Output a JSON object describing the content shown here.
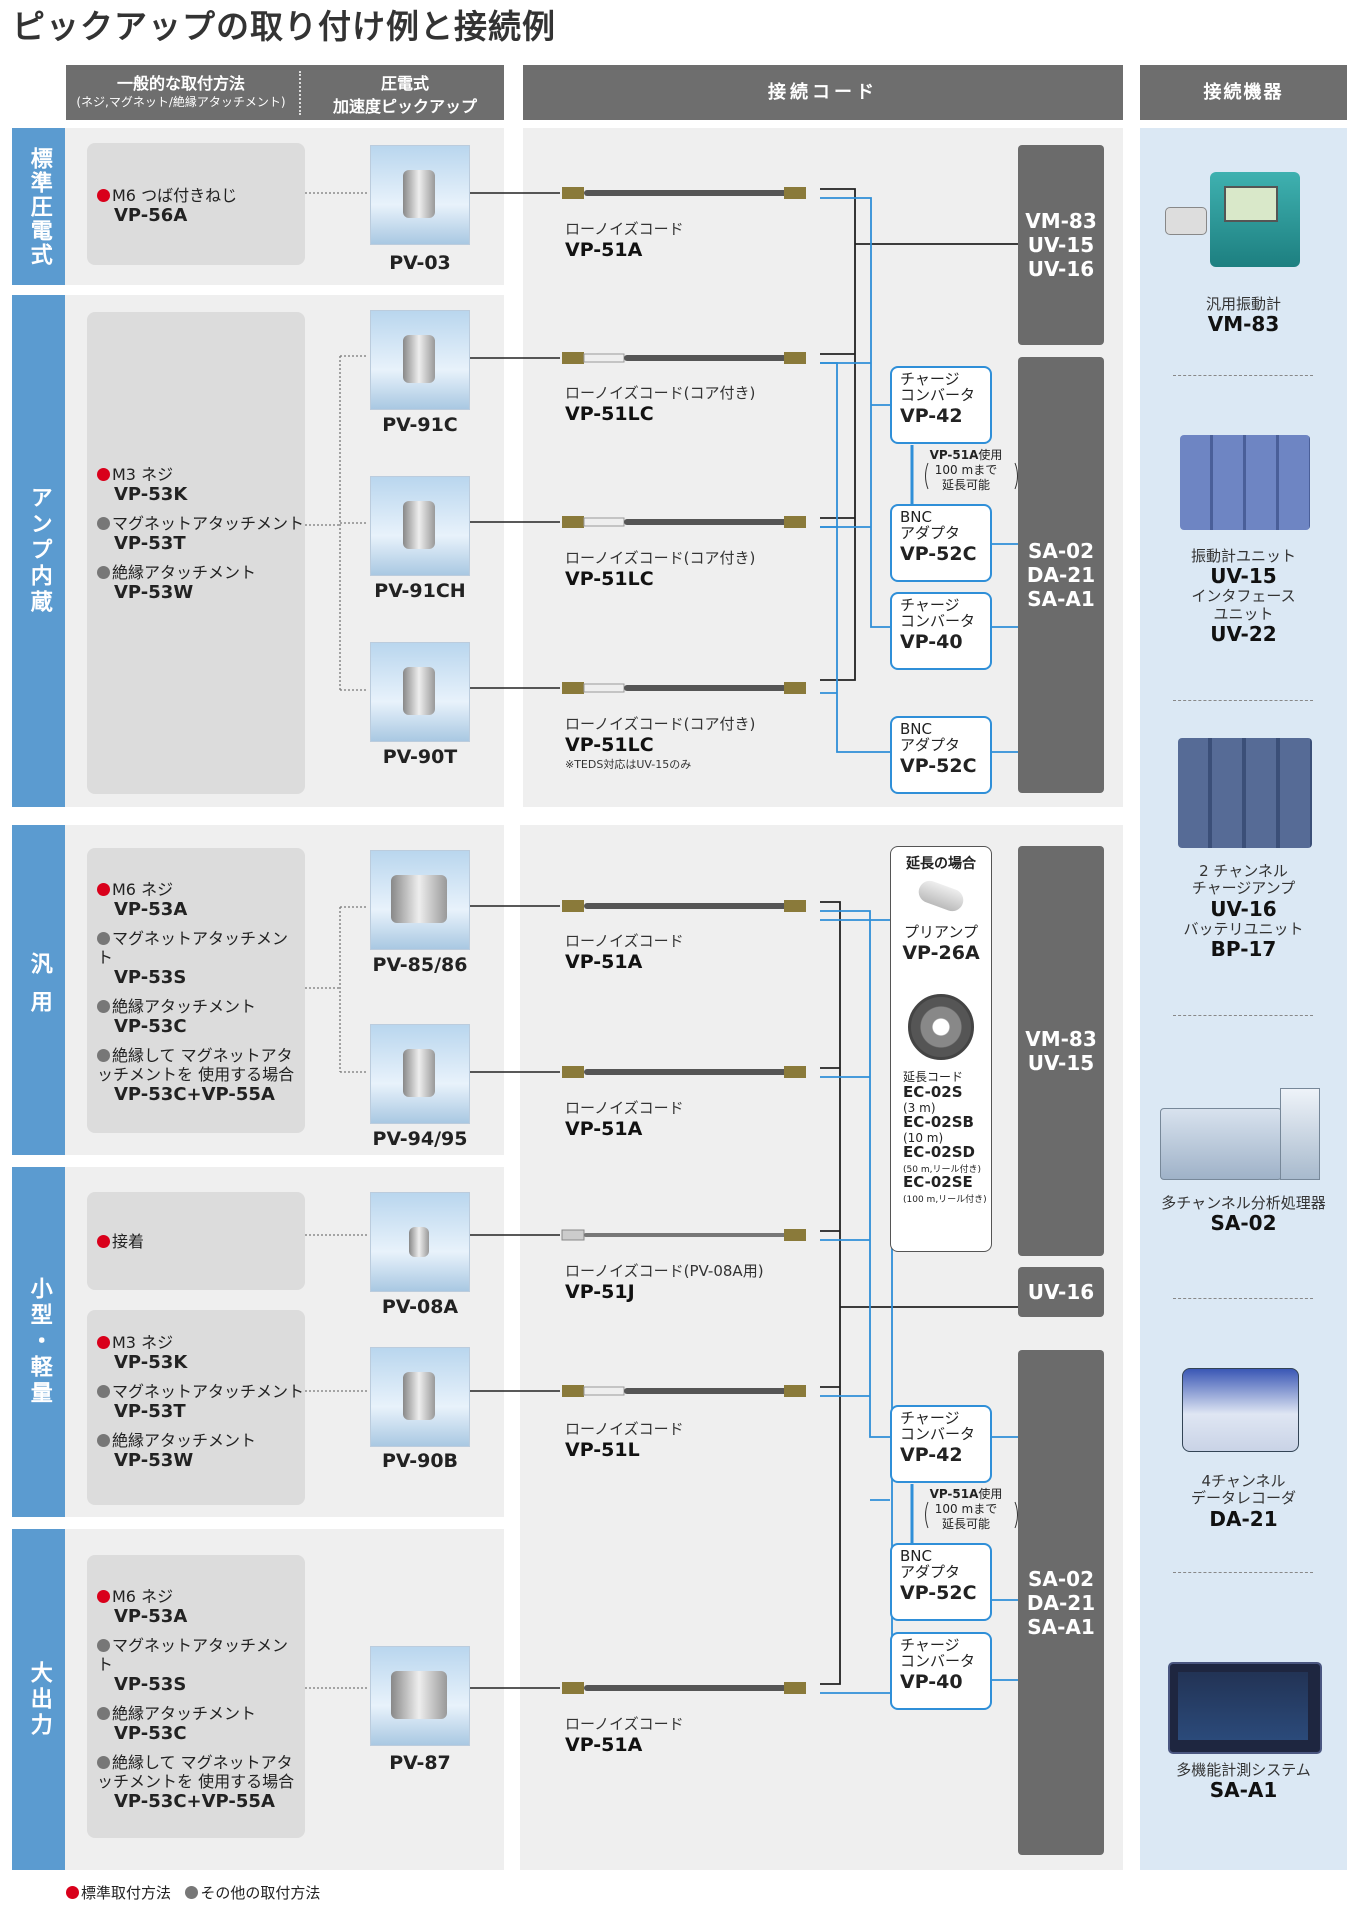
{
  "title": "ピックアップの取り付け例と接続例",
  "headers": {
    "mount_title": "一般的な取付方法",
    "mount_sub": "(ネジ,マグネット/絶縁アタッチメント)",
    "pickup_l1": "圧電式",
    "pickup_l2": "加速度ピックアップ",
    "cord": "接続コード",
    "device": "接続機器"
  },
  "categories": [
    "標準圧電式",
    "アンプ内蔵",
    "汎用",
    "小型・軽量",
    "大出力"
  ],
  "mounts": {
    "std": [
      {
        "dot": "red",
        "label": "M6 つば付きねじ",
        "part": "VP-56A"
      }
    ],
    "amp": [
      {
        "dot": "red",
        "label": "M3 ネジ",
        "part": "VP-53K"
      },
      {
        "dot": "grey",
        "label": "マグネットアタッチメント",
        "part": "VP-53T"
      },
      {
        "dot": "grey",
        "label": "絶縁アタッチメント",
        "part": "VP-53W"
      }
    ],
    "gen": [
      {
        "dot": "red",
        "label": "M6 ネジ",
        "part": "VP-53A"
      },
      {
        "dot": "grey",
        "label": "マグネットアタッチメント",
        "part": "VP-53S"
      },
      {
        "dot": "grey",
        "label": "絶縁アタッチメント",
        "part": "VP-53C"
      },
      {
        "dot": "grey",
        "label": "絶縁して マグネットアタッチメントを 使用する場合",
        "part": "VP-53C+VP-55A"
      }
    ],
    "small1": [
      {
        "dot": "red",
        "label": "接着",
        "part": ""
      }
    ],
    "small2": [
      {
        "dot": "red",
        "label": "M3 ネジ",
        "part": "VP-53K"
      },
      {
        "dot": "grey",
        "label": "マグネットアタッチメント",
        "part": "VP-53T"
      },
      {
        "dot": "grey",
        "label": "絶縁アタッチメント",
        "part": "VP-53W"
      }
    ],
    "big": [
      {
        "dot": "red",
        "label": "M6 ネジ",
        "part": "VP-53A"
      },
      {
        "dot": "grey",
        "label": "マグネットアタッチメント",
        "part": "VP-53S"
      },
      {
        "dot": "grey",
        "label": "絶縁アタッチメント",
        "part": "VP-53C"
      },
      {
        "dot": "grey",
        "label": "絶縁して マグネットアタッチメントを 使用する場合",
        "part": "VP-53C+VP-55A"
      }
    ]
  },
  "sensors": [
    "PV-03",
    "PV-91C",
    "PV-91CH",
    "PV-90T",
    "PV-85/86",
    "PV-94/95",
    "PV-08A",
    "PV-90B",
    "PV-87"
  ],
  "cords": [
    {
      "label": "ローノイズコード",
      "part": "VP-51A",
      "note": ""
    },
    {
      "label": "ローノイズコード(コア付き)",
      "part": "VP-51LC",
      "note": ""
    },
    {
      "label": "ローノイズコード(コア付き)",
      "part": "VP-51LC",
      "note": ""
    },
    {
      "label": "ローノイズコード(コア付き)",
      "part": "VP-51LC",
      "note": "※TEDS対応はUV-15のみ"
    },
    {
      "label": "ローノイズコード",
      "part": "VP-51A",
      "note": ""
    },
    {
      "label": "ローノイズコード",
      "part": "VP-51A",
      "note": ""
    },
    {
      "label": "ローノイズコード(PV-08A用)",
      "part": "VP-51J",
      "note": ""
    },
    {
      "label": "ローノイズコード",
      "part": "VP-51L",
      "note": ""
    },
    {
      "label": "ローノイズコード",
      "part": "VP-51A",
      "note": ""
    }
  ],
  "devices": {
    "d1": [
      "VM-83",
      "UV-15",
      "UV-16"
    ],
    "d2": [
      "SA-02",
      "DA-21",
      "SA-A1"
    ],
    "d3": [
      "VM-83",
      "UV-15"
    ],
    "d4": [
      "UV-16"
    ],
    "d5": [
      "SA-02",
      "DA-21",
      "SA-A1"
    ]
  },
  "converters": {
    "c1": {
      "l1": "チャージ",
      "l2": "コンバータ",
      "part": "VP-42"
    },
    "c2": {
      "l1": "BNC",
      "l2": "アダプタ",
      "part": "VP-52C"
    },
    "c3": {
      "l1": "チャージ",
      "l2": "コンバータ",
      "part": "VP-40"
    },
    "c4": {
      "l1": "BNC",
      "l2": "アダプタ",
      "part": "VP-52C"
    },
    "c5": {
      "l1": "チャージ",
      "l2": "コンバータ",
      "part": "VP-42"
    },
    "c6": {
      "l1": "BNC",
      "l2": "アダプタ",
      "part": "VP-52C"
    },
    "c7": {
      "l1": "チャージ",
      "l2": "コンバータ",
      "part": "VP-40"
    }
  },
  "ext_note": {
    "part": "VP-51A",
    "use": "使用",
    "l2": "100 mまで",
    "l3": "延長可能"
  },
  "extension": {
    "title": "延長の場合",
    "preamp_label": "プリアンプ",
    "preamp_part": "VP-26A",
    "cord_label": "延長コード",
    "items": [
      {
        "part": "EC-02S",
        "spec": "(3 m)"
      },
      {
        "part": "EC-02SB",
        "spec": "(10 m)"
      },
      {
        "part": "EC-02SD",
        "spec": "(50 m,リール付き)"
      },
      {
        "part": "EC-02SE",
        "spec": "(100 m,リール付き)"
      }
    ]
  },
  "equipment": [
    {
      "lines": [
        "汎用振動計"
      ],
      "part": "VM-83"
    },
    {
      "lines": [
        "振動計ユニット"
      ],
      "part": "UV-15",
      "lines2": [
        "インタフェース",
        "ユニット"
      ],
      "part2": "UV-22"
    },
    {
      "lines": [
        "2 チャンネル",
        "チャージアンプ"
      ],
      "part": "UV-16",
      "lines2": [
        "バッテリユニット"
      ],
      "part2": "BP-17"
    },
    {
      "lines": [
        "多チャンネル分析処理器"
      ],
      "part": "SA-02"
    },
    {
      "lines": [
        "4チャンネル",
        "データレコーダ"
      ],
      "part": "DA-21"
    },
    {
      "lines": [
        "多機能計測システム"
      ],
      "part": "SA-A1"
    }
  ],
  "legend": {
    "standard": "標準取付方法",
    "other": "その他の取付方法"
  }
}
